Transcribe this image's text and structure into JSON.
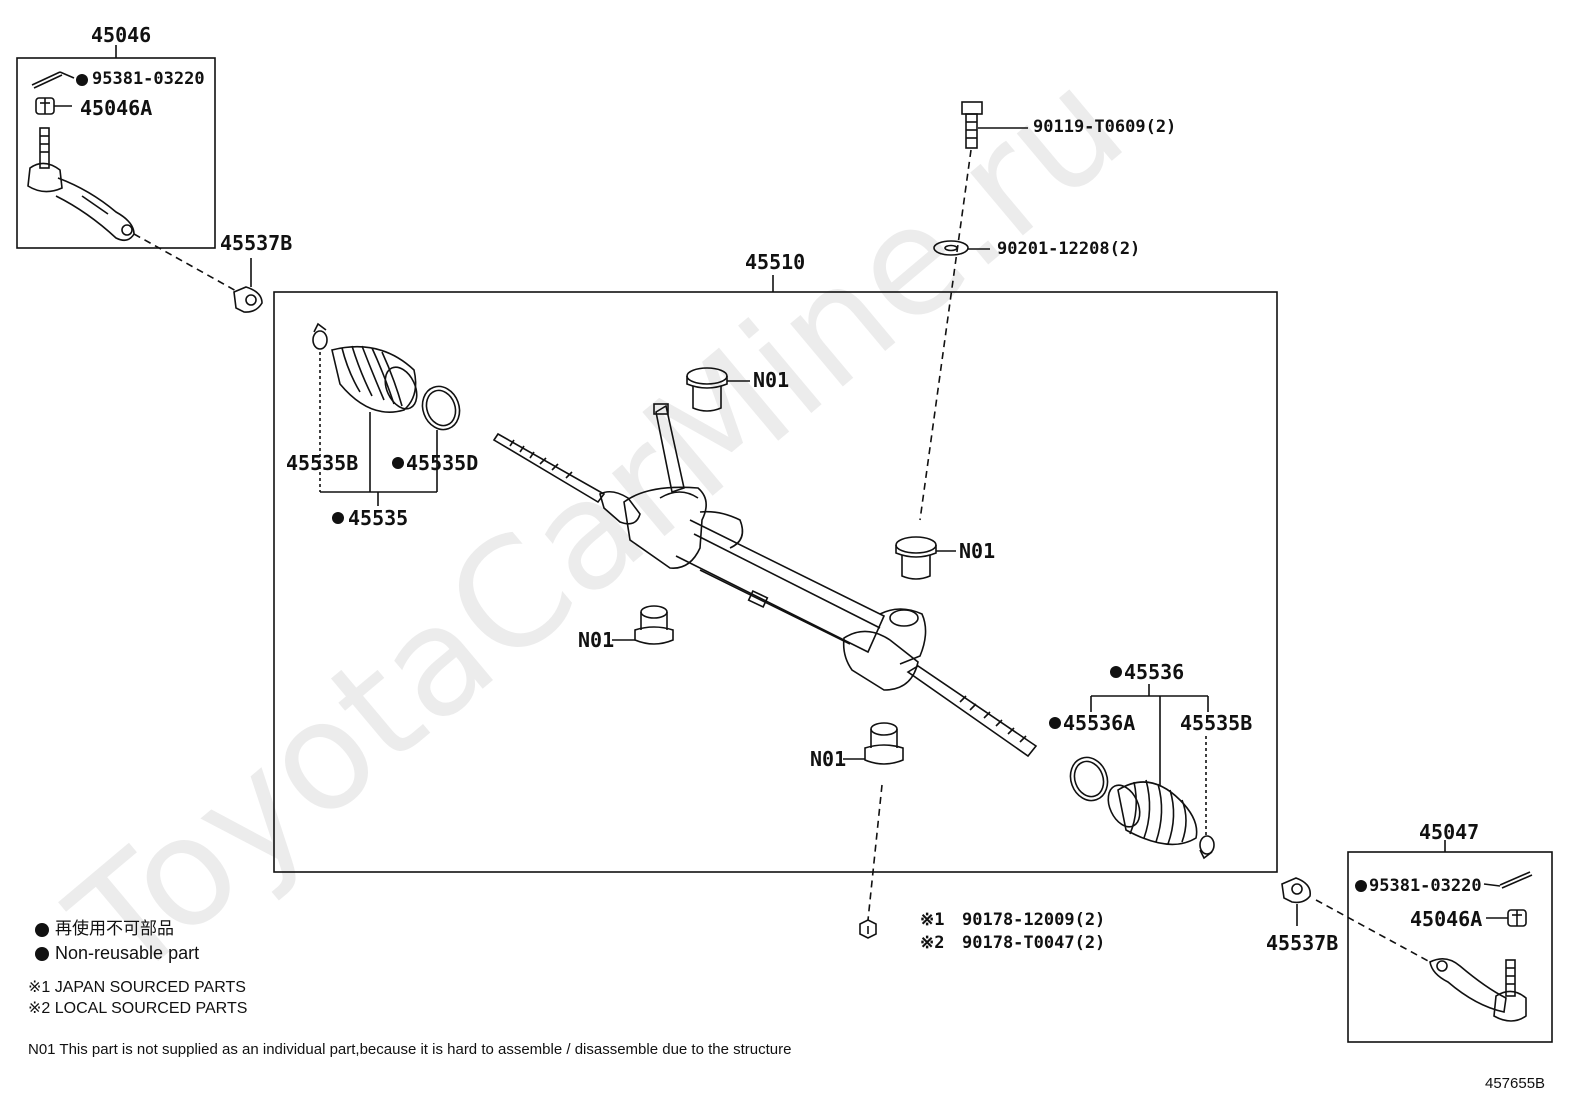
{
  "watermark": "ToyotaCarMine.ru",
  "diagram_id": "457655B",
  "groups": {
    "left_tie_rod": "45046",
    "right_tie_rod": "45047",
    "gear_assembly": "45510"
  },
  "labels": {
    "pin_left": "95381-03220",
    "nut_left": "45046A",
    "bushing_left": "45537B",
    "bolt": "90119-T0609(2)",
    "washer": "90201-12208(2)",
    "n01_top": "N01",
    "n01_right": "N01",
    "n01_left": "N01",
    "n01_bottom": "N01",
    "boot_clip_left": "45535B",
    "boot_ring_left": "45535D",
    "boot_kit_left": "45535",
    "boot_kit_right": "45536",
    "boot_ring_right": "45536A",
    "boot_clip_right": "45535B",
    "nut_japan": "90178-12009(2)",
    "nut_local": "90178-T0047(2)",
    "mark_1": "※1",
    "mark_2": "※2",
    "pin_right": "95381-03220",
    "nut_right": "45046A",
    "bushing_right": "45537B"
  },
  "legend": {
    "reuse_jp": "再使用不可部品",
    "reuse_en": "Non-reusable part",
    "japan": "※1 JAPAN SOURCED PARTS",
    "local": "※2 LOCAL SOURCED PARTS",
    "n01_note": "N01 This part is not supplied as an individual part,because it is hard to assemble / disassemble due to the structure"
  }
}
